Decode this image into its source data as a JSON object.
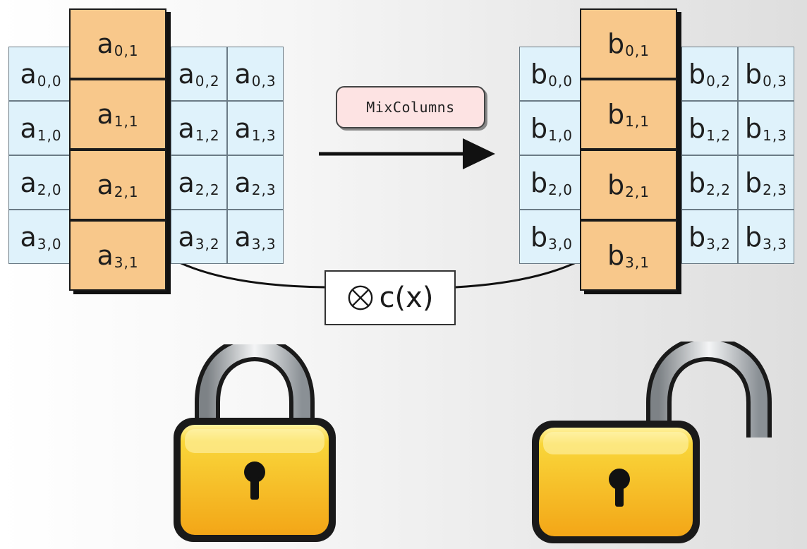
{
  "left_matrix": {
    "rows": [
      [
        {
          "base": "a",
          "sub": "0,0"
        },
        {
          "base": "a",
          "sub": "0,1"
        },
        {
          "base": "a",
          "sub": "0,2"
        },
        {
          "base": "a",
          "sub": "0,3"
        }
      ],
      [
        {
          "base": "a",
          "sub": "1,0"
        },
        {
          "base": "a",
          "sub": "1,1"
        },
        {
          "base": "a",
          "sub": "1,2"
        },
        {
          "base": "a",
          "sub": "1,3"
        }
      ],
      [
        {
          "base": "a",
          "sub": "2,0"
        },
        {
          "base": "a",
          "sub": "2,1"
        },
        {
          "base": "a",
          "sub": "2,2"
        },
        {
          "base": "a",
          "sub": "2,3"
        }
      ],
      [
        {
          "base": "a",
          "sub": "3,0"
        },
        {
          "base": "a",
          "sub": "3,1"
        },
        {
          "base": "a",
          "sub": "3,2"
        },
        {
          "base": "a",
          "sub": "3,3"
        }
      ]
    ]
  },
  "right_matrix": {
    "rows": [
      [
        {
          "base": "b",
          "sub": "0,0"
        },
        {
          "base": "b",
          "sub": "0,1"
        },
        {
          "base": "b",
          "sub": "0,2"
        },
        {
          "base": "b",
          "sub": "0,3"
        }
      ],
      [
        {
          "base": "b",
          "sub": "1,0"
        },
        {
          "base": "b",
          "sub": "1,1"
        },
        {
          "base": "b",
          "sub": "1,2"
        },
        {
          "base": "b",
          "sub": "1,3"
        }
      ],
      [
        {
          "base": "b",
          "sub": "2,0"
        },
        {
          "base": "b",
          "sub": "2,1"
        },
        {
          "base": "b",
          "sub": "2,2"
        },
        {
          "base": "b",
          "sub": "2,3"
        }
      ],
      [
        {
          "base": "b",
          "sub": "3,0"
        },
        {
          "base": "b",
          "sub": "3,1"
        },
        {
          "base": "b",
          "sub": "3,2"
        },
        {
          "base": "b",
          "sub": "3,3"
        }
      ]
    ]
  },
  "highlighted_column": 1,
  "operation": {
    "label": "MixColumns",
    "multiplier": "c(x)"
  },
  "icons": {
    "left_lock": "locked-padlock-icon",
    "right_lock": "unlocked-padlock-icon",
    "multiply": "circled-times-icon"
  },
  "colors": {
    "cell_fill": "#dff2fb",
    "highlight_fill": "#f8c88b",
    "label_fill": "#fde3e3",
    "lock_gold": "#f7c21a"
  }
}
